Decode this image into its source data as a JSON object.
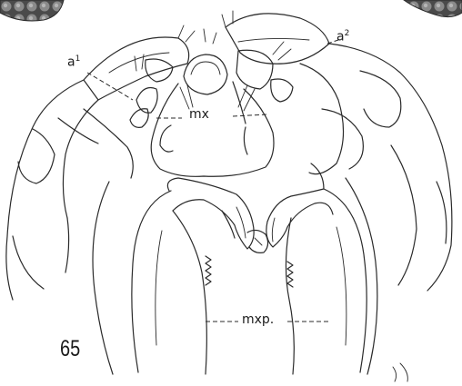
{
  "figure": {
    "number": "65",
    "labels": {
      "a1": "a",
      "a1_sup": "1",
      "a2": "a",
      "a2_sup": "2",
      "mx": "mx",
      "mxp": "mxp."
    }
  },
  "colors": {
    "ink": "#2a2a2a",
    "egg_dark": "#3a3a3a",
    "egg_light": "#8a8a8a",
    "background": "#ffffff"
  }
}
